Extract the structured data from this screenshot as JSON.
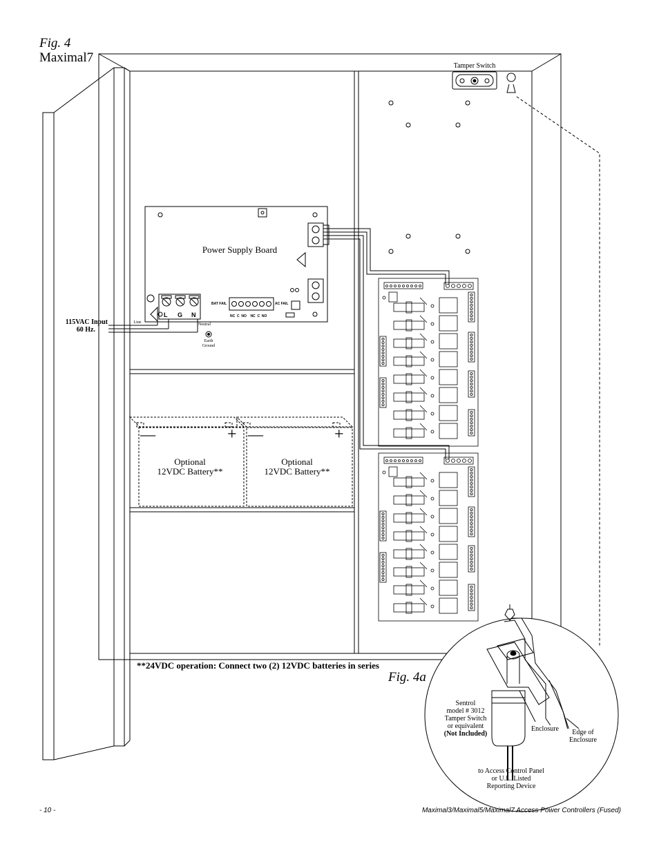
{
  "figure": {
    "title": "Fig. 4",
    "subtitle": "Maximal7",
    "inset_title": "Fig. 4a"
  },
  "labels": {
    "tamper_switch": "Tamper Switch",
    "power_supply_board": "Power Supply Board",
    "input": "115VAC Input",
    "input_freq": "60 Hz.",
    "line": "Line",
    "neutral": "Neutral",
    "earth": "Earth",
    "ground": "Ground",
    "terminal_l": "L",
    "terminal_g": "G",
    "terminal_n": "N",
    "bat_fail": "BAT FAIL",
    "ac_fail": "AC FAIL",
    "relay_terms": "NC  C  NO    NC  C  NO",
    "battery_1_line1": "Optional",
    "battery_1_line2": "12VDC Battery**",
    "battery_2_line1": "Optional",
    "battery_2_line2": "12VDC Battery**",
    "battery_minus": "—",
    "battery_plus": "+",
    "series_note": "**24VDC operation: Connect two (2) 12VDC batteries in series"
  },
  "inset": {
    "sentrol_1": "Sentrol",
    "sentrol_2": "model # 3012",
    "sentrol_3": "Tamper Switch",
    "sentrol_4": "or equivalent",
    "sentrol_5": "(Not Included)",
    "enclosure": "Enclosure",
    "edge_1": "Edge of",
    "edge_2": "Enclosure",
    "access_1": "to Access Control Panel",
    "access_2": "or U.L. Listed",
    "access_3": "Reporting Device"
  },
  "footer": {
    "page": "- 10 -",
    "doc": "Maximal3/Maximal5/Maximal7 Access Power Controllers (Fused)"
  }
}
